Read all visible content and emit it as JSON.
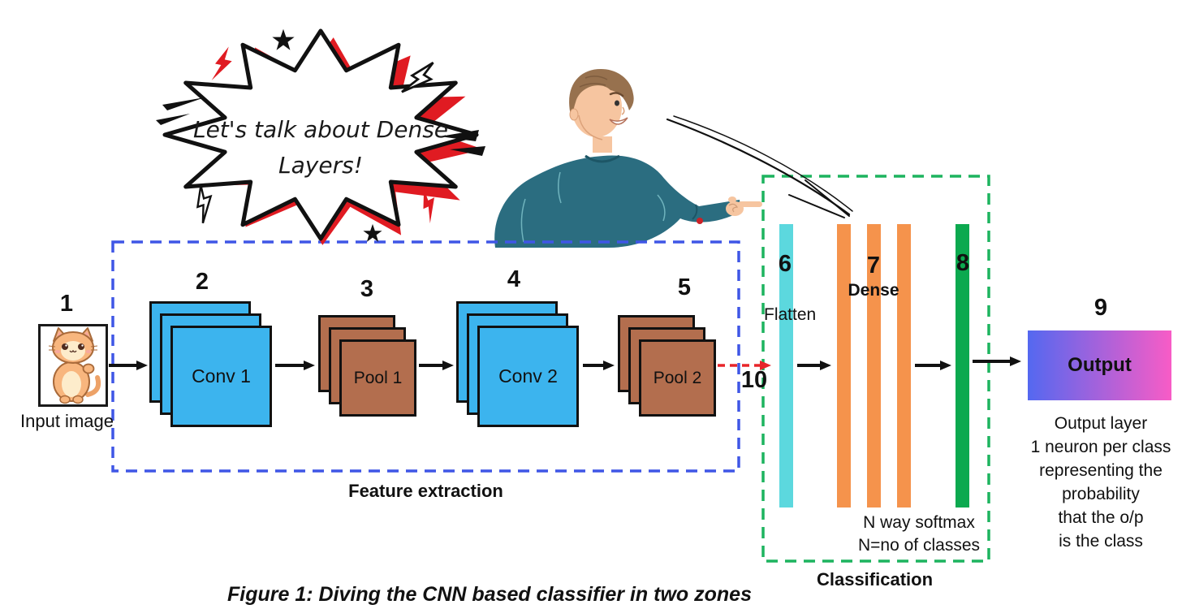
{
  "figure": {
    "caption": "Figure 1: Diving the CNN based classifier in two zones"
  },
  "speech_bubble": {
    "line1": "Let's talk about Dense",
    "line2": "Layers!"
  },
  "input": {
    "number": "1",
    "label": "Input image"
  },
  "feature_extraction": {
    "title": "Feature extraction",
    "blocks": [
      {
        "number": "2",
        "label": "Conv 1",
        "type": "conv"
      },
      {
        "number": "3",
        "label": "Pool 1",
        "type": "pool"
      },
      {
        "number": "4",
        "label": "Conv 2",
        "type": "conv"
      },
      {
        "number": "5",
        "label": "Pool 2",
        "type": "pool"
      }
    ]
  },
  "classification": {
    "title": "Classification",
    "flatten": {
      "number": "6",
      "label": "Flatten"
    },
    "dense": {
      "number": "7",
      "label": "Dense"
    },
    "softmax_bar": {
      "number": "8"
    },
    "softmax_note": {
      "line1": "N way softmax",
      "line2": "N=no of classes"
    },
    "skip_connection_number": "10"
  },
  "output": {
    "number": "9",
    "label": "Output",
    "description_lines": [
      "Output layer",
      "1 neuron per class",
      "representing the",
      "probability",
      "that the o/p",
      "is the class"
    ]
  },
  "colors": {
    "conv_block": "#3cb4ee",
    "pool_block": "#b36e4e",
    "flatten_bar": "#5cd8de",
    "dense_bar": "#f5934c",
    "softmax_bar": "#0ca94f",
    "feature_zone_border": "#3f56e6",
    "classification_zone_border": "#1db45f",
    "skip_arrow": "#e8252a",
    "output_gradient_start": "#5468f0",
    "output_gradient_end": "#f85cc6"
  }
}
